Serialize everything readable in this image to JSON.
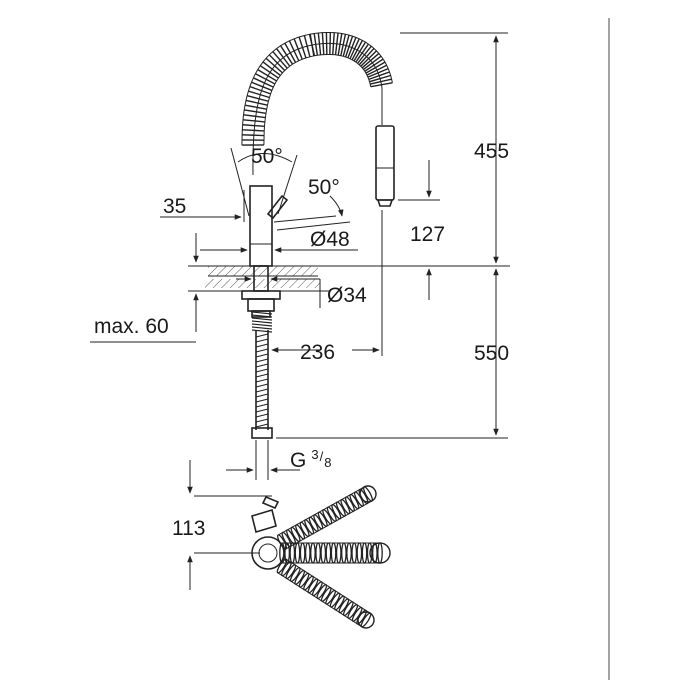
{
  "dimensions": {
    "height_above_counter": "455",
    "spout_angle": "50°",
    "lever_angle": "50°",
    "lever_offset": "35",
    "outlet_height": "127",
    "body_diameter": "Ø48",
    "hole_diameter": "Ø34",
    "max_counter_thickness": "max. 60",
    "reach": "236",
    "hose_length": "550",
    "thread_prefix": "G",
    "thread_num": "3",
    "thread_den": "8",
    "plan_offset": "113"
  },
  "colors": {
    "line": "#222222",
    "background": "#ffffff",
    "frame": "#666666"
  }
}
